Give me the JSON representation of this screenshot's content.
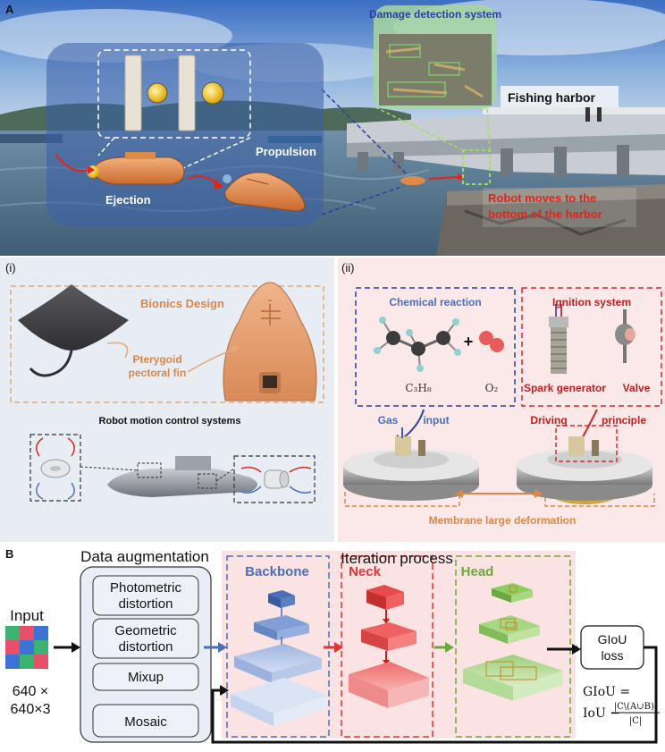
{
  "panelA": {
    "letter": "A",
    "damage_detection": "Damage detection system",
    "fishing_harbor": "Fishing harbor",
    "propulsion": "Propulsion",
    "ejection": "Ejection",
    "robot_moves_1": "Robot moves to the",
    "robot_moves_2": "bottom of the harbor"
  },
  "panelI": {
    "tag": "(i)",
    "bionics_design": "Bionics Design",
    "pterygoid_1": "Pterygoid",
    "pterygoid_2": "pectoral fin",
    "motion_control": "Robot motion control systems"
  },
  "panelII": {
    "tag": "(ii)",
    "chemical_reaction": "Chemical reaction",
    "plus": "+",
    "c3h8": "C₃H₈",
    "o2": "O₂",
    "ignition_system": "Ignition system",
    "spark_generator": "Spark generator",
    "valve": "Valve",
    "gas": "Gas",
    "input": "input",
    "driving": "Driving",
    "principle": "principle",
    "membrane": "Membrane large deformation"
  },
  "panelB": {
    "letter": "B",
    "data_augmentation": "Data augmentation",
    "iteration_process": "Iteration process",
    "input_label": "Input",
    "size_1": "640 ×",
    "size_2": "640×3",
    "aug_items": [
      "Photometric",
      "distortion",
      "Geometric",
      "distortion",
      "Mixup",
      "Mosaic"
    ],
    "backbone": "Backbone",
    "neck": "Neck",
    "head": "Head",
    "giou_1": "GIoU",
    "giou_2": "loss",
    "formula_1": "GIoU =",
    "formula_2": "IoU −",
    "formula_num": "|C\\(A∪B)|",
    "formula_den": "|C|"
  },
  "colors": {
    "blue_title": "#2b3fa0",
    "red_label": "#e0261b",
    "orange": "#d9874a",
    "backbone": "#4a6fb5",
    "neck": "#e23434",
    "head": "#6aaa3a"
  }
}
